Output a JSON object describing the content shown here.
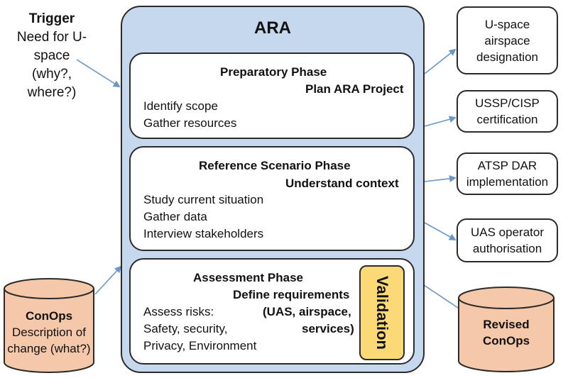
{
  "trigger": {
    "title": "Trigger",
    "lines": [
      "Need for U-",
      "space",
      "(why?,",
      "where?)"
    ]
  },
  "ara": {
    "title": "ARA"
  },
  "phases": [
    {
      "title": "Preparatory Phase",
      "subtitle": "Plan ARA Project",
      "items": [
        "Identify scope",
        "Gather resources"
      ]
    },
    {
      "title": "Reference Scenario Phase",
      "subtitle": "Understand context",
      "items": [
        "Study current situation",
        "Gather data",
        "Interview stakeholders"
      ]
    },
    {
      "title": "Assessment Phase",
      "subtitle": "Define requirements",
      "subtitle_2": "(UAS, airspace,",
      "subtitle_3": "services)",
      "items": [
        "Assess risks:",
        "Safety, security,",
        "Privacy, Environment"
      ]
    }
  ],
  "validation": {
    "label": "Validation"
  },
  "outputs": [
    {
      "lines": [
        "U-space",
        "airspace",
        "designation"
      ]
    },
    {
      "lines": [
        "USSP/CISP",
        "certification"
      ]
    },
    {
      "lines": [
        "ATSP DAR",
        "implementation"
      ]
    },
    {
      "lines": [
        "UAS operator",
        "authorisation"
      ]
    }
  ],
  "conops": {
    "title": "ConOps",
    "lines": [
      "Description of",
      "change (what?)"
    ]
  },
  "revised_conops": {
    "lines": [
      "Revised",
      "ConOps"
    ]
  },
  "colors": {
    "container": "#c5d8ee",
    "cylinder": "#f4c8a8",
    "validation": "#fbd976",
    "arrow": "#6b96c9"
  }
}
